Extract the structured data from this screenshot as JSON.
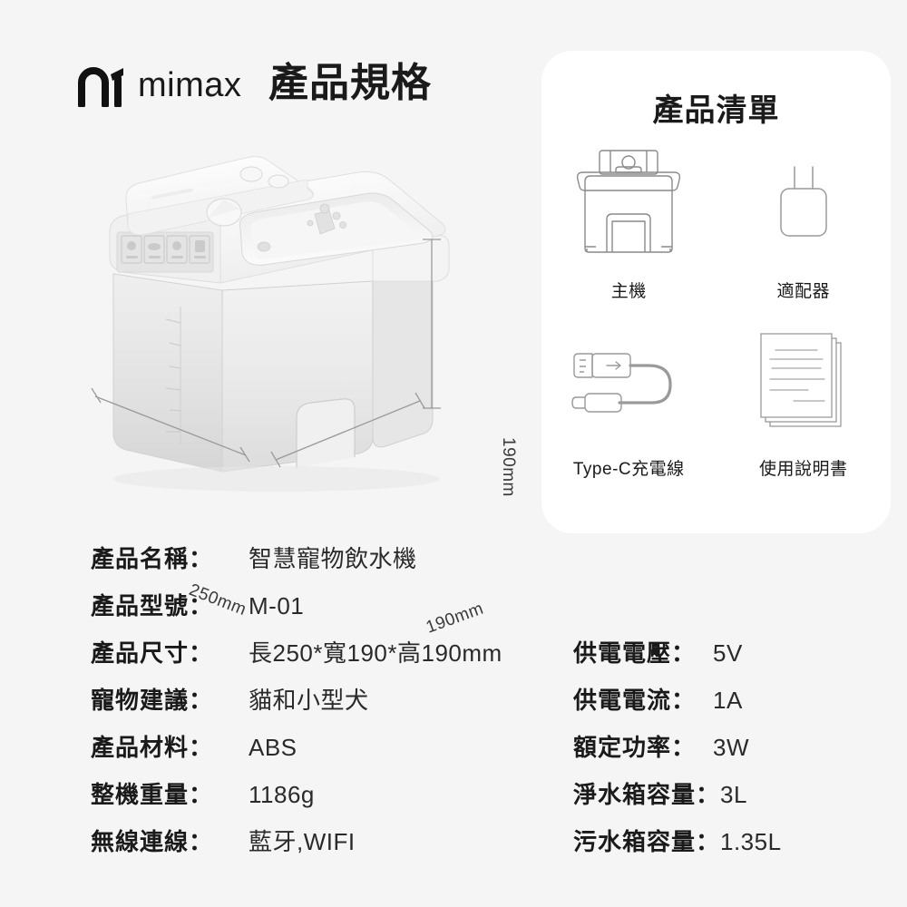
{
  "brand": {
    "logo_icon": "mimax-logo-mark",
    "wordmark": "mimax"
  },
  "header": {
    "title": "產品規格"
  },
  "product_image": {
    "alt_name": "智慧寵物飲水機",
    "dimensions": {
      "height": "190mm",
      "depth": "250mm",
      "width": "190mm"
    }
  },
  "package_list": {
    "title": "產品清單",
    "items": [
      {
        "label": "主機",
        "icon": "water-fountain-icon"
      },
      {
        "label": "適配器",
        "icon": "power-adapter-icon"
      },
      {
        "label": "Type-C充電線",
        "icon": "usb-cable-icon"
      },
      {
        "label": "使用說明書",
        "icon": "manual-document-icon"
      }
    ]
  },
  "specs": {
    "left": [
      {
        "label": "產品名稱：",
        "value": "智慧寵物飲水機"
      },
      {
        "label": "產品型號：",
        "value": "M-01"
      },
      {
        "label": "產品尺寸：",
        "value": "長250*寬190*高190mm"
      },
      {
        "label": "寵物建議：",
        "value": "貓和小型犬"
      },
      {
        "label": "產品材料：",
        "value": "ABS"
      },
      {
        "label": "整機重量：",
        "value": "1186g"
      },
      {
        "label": "無線連線：",
        "value": "藍牙,WIFI"
      }
    ],
    "right": [
      {
        "label": "供電電壓：",
        "value": "5V"
      },
      {
        "label": "供電電流：",
        "value": "1A"
      },
      {
        "label": "額定功率：",
        "value": "3W"
      },
      {
        "label": "淨水箱容量：",
        "value": "3L"
      },
      {
        "label": "污水箱容量：",
        "value": "1.35L"
      }
    ]
  },
  "colors": {
    "background": "#f5f5f5",
    "panel": "#ffffff",
    "text": "#1a1a1a",
    "line_art": "#8a8a8a"
  }
}
